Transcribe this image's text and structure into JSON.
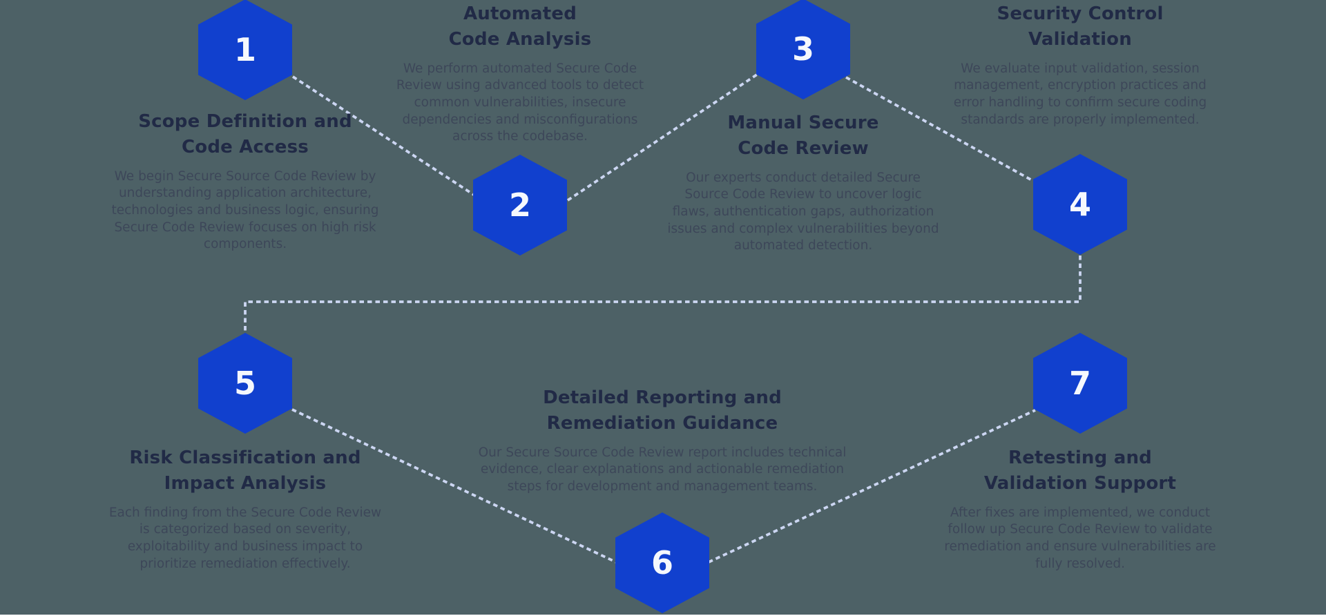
{
  "theme": {
    "background_color": "#4d6166",
    "hexagon_color": "#1140ce",
    "dotted_line_color": "#ccd6f2",
    "title_color": "#212a46",
    "body_color": "#3d4759",
    "number_color": "#f5f8fd",
    "bottom_edge_color": "#ffffff"
  },
  "steps": [
    {
      "number": "1",
      "title1": "Scope Definition and",
      "title2": "Code Access",
      "description": "We begin Secure Source Code Review by understanding application architecture, technologies and business logic, ensuring Secure Code Review focuses on high risk components."
    },
    {
      "number": "2",
      "title1": "Automated",
      "title2": "Code Analysis",
      "description": "We perform automated Secure Code Review using advanced tools to detect common vulnerabilities, insecure dependencies and misconfigurations across the codebase."
    },
    {
      "number": "3",
      "title1": "Manual Secure",
      "title2": "Code Review",
      "description": "Our experts conduct detailed Secure Source Code Review to uncover logic flaws, authentication gaps, authorization issues and complex vulnerabilities beyond automated detection."
    },
    {
      "number": "4",
      "title1": "Security Control",
      "title2": "Validation",
      "description": "We evaluate input validation, session management, encryption practices and error handling to confirm secure coding standards are properly implemented."
    },
    {
      "number": "5",
      "title1": "Risk Classification and",
      "title2": "Impact Analysis",
      "description": "Each finding from the Secure Code Review is categorized based on severity, exploitability and business impact to prioritize remediation effectively."
    },
    {
      "number": "6",
      "title1": "Detailed Reporting and",
      "title2": "Remediation Guidance",
      "description": "Our Secure Source Code Review report includes technical evidence, clear explanations and actionable remediation steps for development and management teams."
    },
    {
      "number": "7",
      "title1": "Retesting and",
      "title2": "Validation Support",
      "description": "After fixes are implemented, we conduct follow up Secure Code Review to validate remediation and ensure vulnerabilities are fully resolved."
    }
  ]
}
